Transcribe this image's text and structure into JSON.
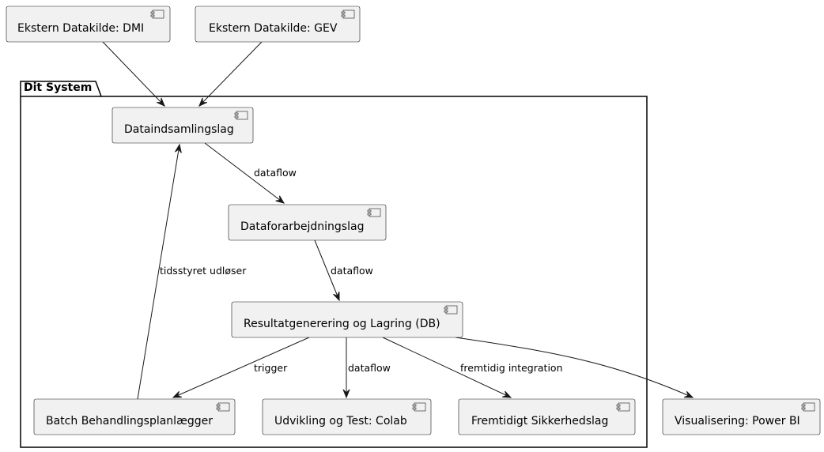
{
  "package": {
    "title": "Dit System"
  },
  "components": {
    "dmi": "Ekstern Datakilde: DMI",
    "gev": "Ekstern Datakilde: GEV",
    "collect": "Dataindsamlingslag",
    "prep": "Dataforarbejdningslag",
    "result": "Resultatgenerering og Lagring (DB)",
    "batch": "Batch Behandlingsplanlægger",
    "dev": "Udvikling og Test: Colab",
    "security": "Fremtidigt Sikkerhedslag",
    "viz": "Visualisering: Power BI"
  },
  "edges": [
    {
      "from": "dmi",
      "to": "collect",
      "label": ""
    },
    {
      "from": "gev",
      "to": "collect",
      "label": ""
    },
    {
      "from": "collect",
      "to": "prep",
      "label": "dataflow"
    },
    {
      "from": "prep",
      "to": "result",
      "label": "dataflow"
    },
    {
      "from": "batch",
      "to": "collect",
      "label": "tidsstyret udløser"
    },
    {
      "from": "result",
      "to": "batch",
      "label": "trigger"
    },
    {
      "from": "result",
      "to": "dev",
      "label": "dataflow"
    },
    {
      "from": "result",
      "to": "security",
      "label": "fremtidig integration"
    },
    {
      "from": "result",
      "to": "viz",
      "label": ""
    }
  ]
}
